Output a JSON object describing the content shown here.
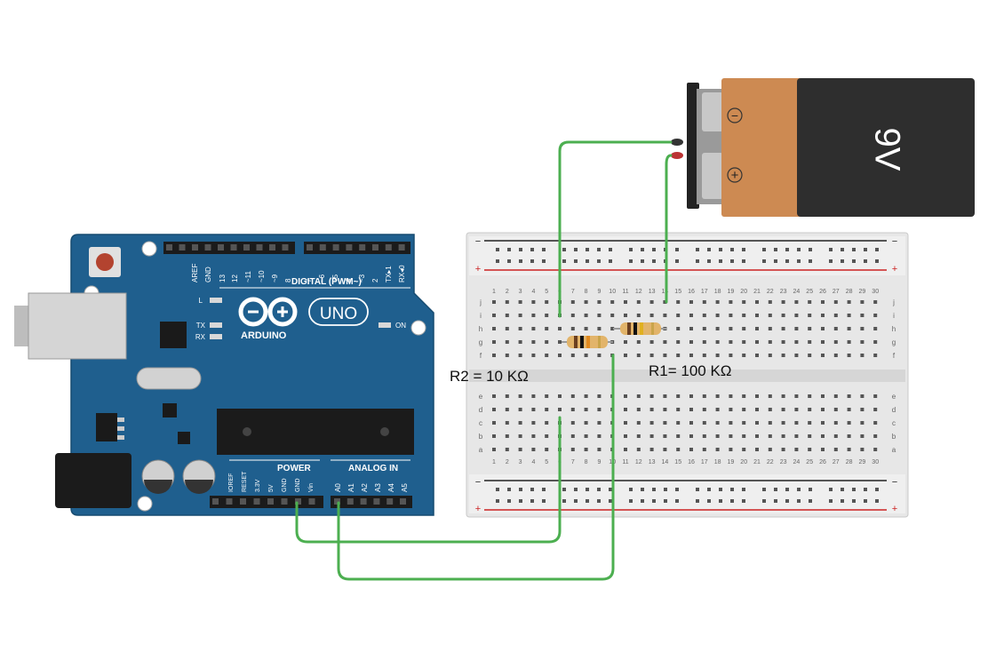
{
  "labels": {
    "r1": "R1= 100 KΩ",
    "r2": "R2 = 10 KΩ"
  },
  "battery": {
    "voltage": "9V",
    "neg": "−",
    "pos": "+",
    "body_color": "#cd8a52",
    "cap_color": "#2e2e2e"
  },
  "arduino": {
    "board_color": "#1f5f8e",
    "logo_text": "ARDUINO",
    "model": "UNO",
    "digital_label": "DIGITAL (PWM~)",
    "power_label": "POWER",
    "analog_label": "ANALOG IN",
    "top_pins": [
      "AREF",
      "GND",
      "13",
      "12",
      "~11",
      "~10",
      "~9",
      "8",
      "7",
      "~6",
      "~5",
      "4",
      "~3",
      "2",
      "TX▸1",
      "RX◂0"
    ],
    "power_pins": [
      "IOREF",
      "RESET",
      "3.3V",
      "5V",
      "GND",
      "GND",
      "Vin"
    ],
    "analog_pins": [
      "A0",
      "A1",
      "A2",
      "A3",
      "A4",
      "A5"
    ],
    "led_l": "L",
    "led_tx": "TX",
    "led_rx": "RX",
    "led_on": "ON"
  },
  "breadboard": {
    "rows_top": [
      "j",
      "i",
      "h",
      "g",
      "f"
    ],
    "rows_bottom": [
      "e",
      "d",
      "c",
      "b",
      "a"
    ],
    "plus": "+",
    "minus": "−"
  },
  "wire_color": "#4caf50"
}
